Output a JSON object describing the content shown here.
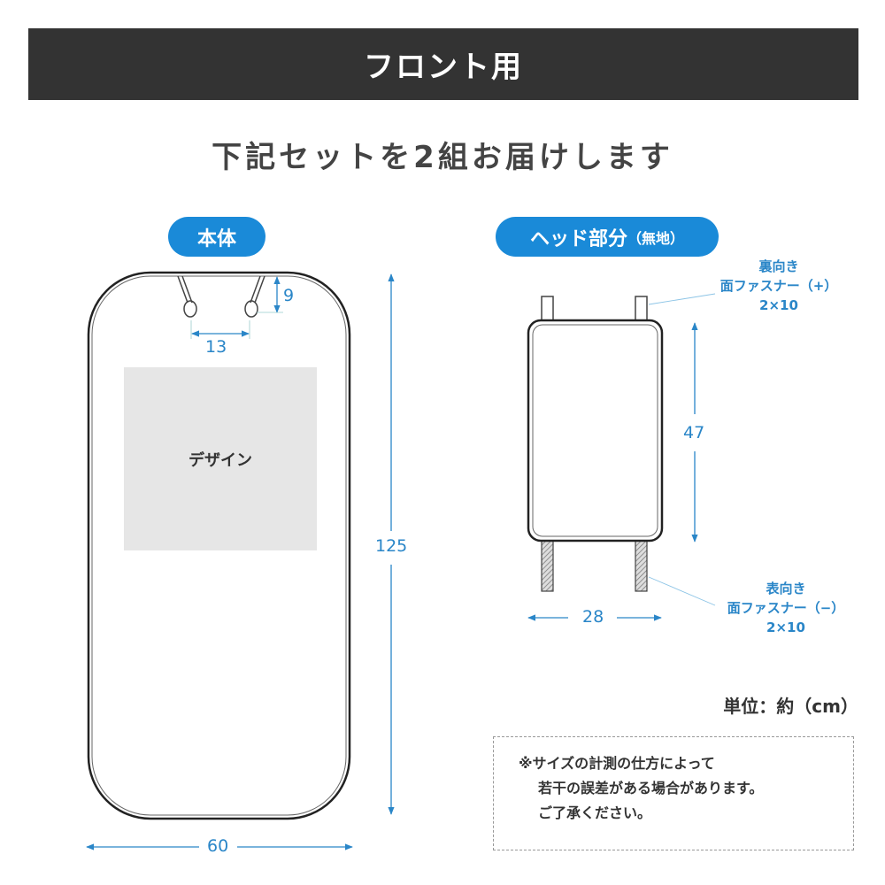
{
  "header": {
    "title": "フロント用"
  },
  "subtitle": "下記セットを2組お届けします",
  "body_section": {
    "label": "本体",
    "design_label": "デザイン",
    "dims": {
      "height": "125",
      "width": "60",
      "loop_spacing": "13",
      "loop_length": "9"
    }
  },
  "head_section": {
    "label": "ヘッド部分",
    "label_suffix": "（無地）",
    "dims": {
      "height": "47",
      "width": "28"
    },
    "top_fastener": {
      "line1": "裏向き",
      "line2": "面ファスナー（+）",
      "line3": "2×10"
    },
    "bottom_fastener": {
      "line1": "表向き",
      "line2": "面ファスナー（−）",
      "line3": "2×10"
    }
  },
  "unit": "単位：約（cm）",
  "note": {
    "line1": "※サイズの計測の仕方によって",
    "line2": "若干の誤差がある場合があります。",
    "line3": "ご了承ください。"
  },
  "colors": {
    "accent": "#1a8ad8",
    "header_bg": "#333333",
    "dimension": "#2a86c8"
  }
}
